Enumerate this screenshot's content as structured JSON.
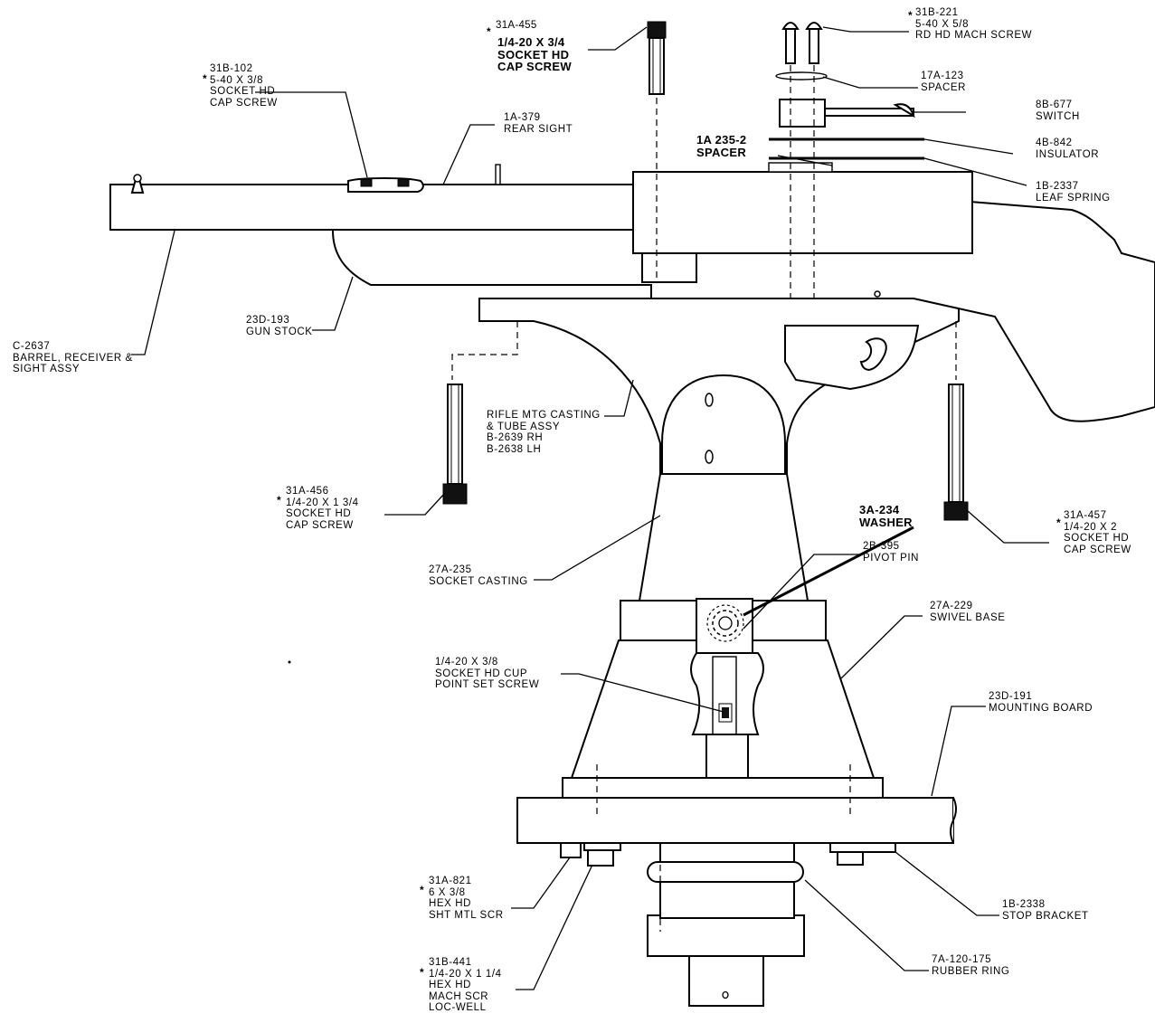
{
  "callouts": {
    "c31a455": {
      "lines": [
        "31A-455",
        "1/4-20 x 3/4",
        "SOCKET HD",
        "CAP SCREW"
      ],
      "star": "*"
    },
    "c31b221": {
      "lines": [
        "31B-221",
        "5-40 x 5/8",
        "RD HD MACH SCREW"
      ],
      "star": "*"
    },
    "c17a123": {
      "lines": [
        "17A-123",
        "SPACER"
      ]
    },
    "c8b677": {
      "lines": [
        "8B-677",
        "SWITCH"
      ]
    },
    "c4b842": {
      "lines": [
        "4B-842",
        "INSULATOR"
      ]
    },
    "c1b2337": {
      "lines": [
        "1B-2337",
        "LEAF SPRING"
      ]
    },
    "c1a2352": {
      "lines": [
        "1A 235-2",
        "SPACER"
      ]
    },
    "c31b102": {
      "lines": [
        "31B-102",
        "5-40 x 3/8",
        "SOCKET HD",
        "CAP SCREW"
      ],
      "star": "*"
    },
    "c1a379": {
      "lines": [
        "1A-379",
        "REAR SIGHT"
      ]
    },
    "c23d193": {
      "lines": [
        "23D-193",
        "GUN STOCK"
      ]
    },
    "c2637": {
      "lines": [
        "C-2637",
        "BARREL, RECEIVER &",
        "SIGHT ASSY"
      ]
    },
    "rifle": {
      "lines": [
        "RIFLE MTG CASTING",
        "& TUBE ASSY",
        "B-2639 RH",
        "B-2638 LH"
      ]
    },
    "c31a456": {
      "lines": [
        "31A-456",
        "1/4-20 x 1 3/4",
        "SOCKET HD",
        "CAP SCREW"
      ],
      "star": "*"
    },
    "c3a234": {
      "lines": [
        "3A-234",
        "WASHER"
      ]
    },
    "c2b395": {
      "lines": [
        "2B-395",
        "PIVOT PIN"
      ]
    },
    "c31a457": {
      "lines": [
        "31A-457",
        "1/4-20 x 2",
        "SOCKET HD",
        "CAP SCREW"
      ],
      "star": "*"
    },
    "c27a235": {
      "lines": [
        "27A-235",
        "SOCKET CASTING"
      ]
    },
    "c27a229": {
      "lines": [
        "27A-229",
        "SWIVEL BASE"
      ]
    },
    "setscrew": {
      "lines": [
        "1/4-20 x 3/8",
        "SOCKET HD CUP",
        "POINT SET SCREW"
      ]
    },
    "c23d191": {
      "lines": [
        "23D-191",
        "MOUNTING BOARD"
      ]
    },
    "c31a821": {
      "lines": [
        "31A-821",
        "6 x 3/8",
        "HEX HD",
        "SHT MTL SCR"
      ],
      "star": "*"
    },
    "c31b441": {
      "lines": [
        "31B-441",
        "1/4-20 x 1 1/4",
        "HEX HD",
        "MACH SCR",
        "LOC-WELL"
      ],
      "star": "*"
    },
    "c1b2338": {
      "lines": [
        "1B-2338",
        "STOP BRACKET"
      ]
    },
    "c7a120": {
      "lines": [
        "7A-120-175",
        "RUBBER RING"
      ]
    }
  }
}
